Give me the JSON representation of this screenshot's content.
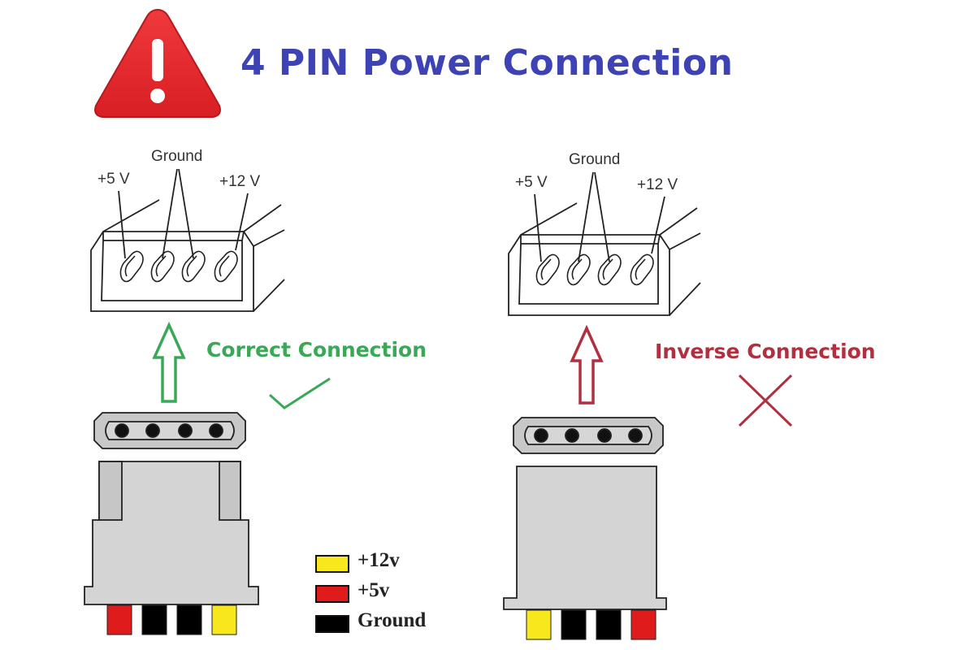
{
  "title": "4 PIN Power Connection",
  "warning_icon": "warning-triangle-icon",
  "correct": {
    "labels": {
      "v5": "+5 V",
      "ground": "Ground",
      "v12": "+12 V"
    },
    "status": "Correct Connection",
    "status_color": "#3aa857",
    "mark_icon": "check-mark-icon",
    "wire_order": [
      "red",
      "black",
      "black",
      "yellow"
    ]
  },
  "inverse": {
    "labels": {
      "v5": "+5 V",
      "ground": "Ground",
      "v12": "+12 V"
    },
    "status": "Inverse Connection",
    "status_color": "#b0303f",
    "mark_icon": "cross-mark-icon",
    "wire_order": [
      "yellow",
      "black",
      "black",
      "red"
    ]
  },
  "legend": [
    {
      "color": "#f7e71c",
      "label": "+12v"
    },
    {
      "color": "#e01b1b",
      "label": "+5v"
    },
    {
      "color": "#000000",
      "label": "Ground"
    }
  ],
  "colors": {
    "title": "#3d43b4",
    "warning_red": "#e8242a",
    "correct": "#3aa857",
    "inverse": "#b0303f"
  }
}
